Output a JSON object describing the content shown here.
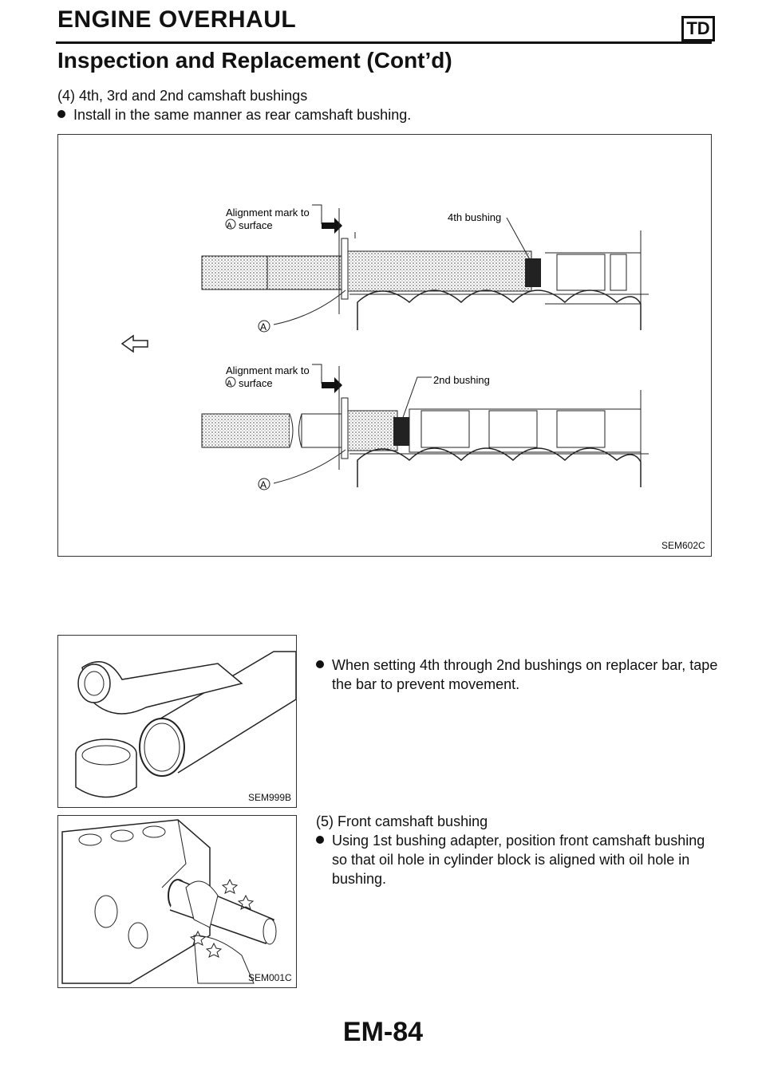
{
  "header": {
    "section_title": "ENGINE OVERHAUL",
    "badge": "TD",
    "subtitle": "Inspection and Replacement (Cont’d)"
  },
  "step4": {
    "heading": "(4) 4th, 3rd and 2nd camshaft bushings",
    "bullet": "Install in the same manner as rear camshaft bushing."
  },
  "figure1": {
    "code": "SEM602C",
    "top": {
      "align_line1": "Alignment mark to",
      "align_line2": "surface",
      "circled": "A",
      "bushing": "4th bushing"
    },
    "bottom": {
      "align_line1": "Alignment mark to",
      "align_line2": "surface",
      "circled": "A",
      "bushing": "2nd bushing"
    }
  },
  "note_tape": {
    "line1": "When setting 4th through 2nd bushings on replacer bar, tape",
    "line2": "the bar to prevent movement."
  },
  "figure2": {
    "code": "SEM999B"
  },
  "step5": {
    "heading": "(5) Front camshaft bushing",
    "line1": "Using 1st bushing adapter, position front camshaft bushing",
    "line2": "so that oil hole in cylinder block is aligned with oil hole in",
    "line3": "bushing."
  },
  "figure3": {
    "code": "SEM001C"
  },
  "footer": {
    "page_number": "EM-84"
  }
}
